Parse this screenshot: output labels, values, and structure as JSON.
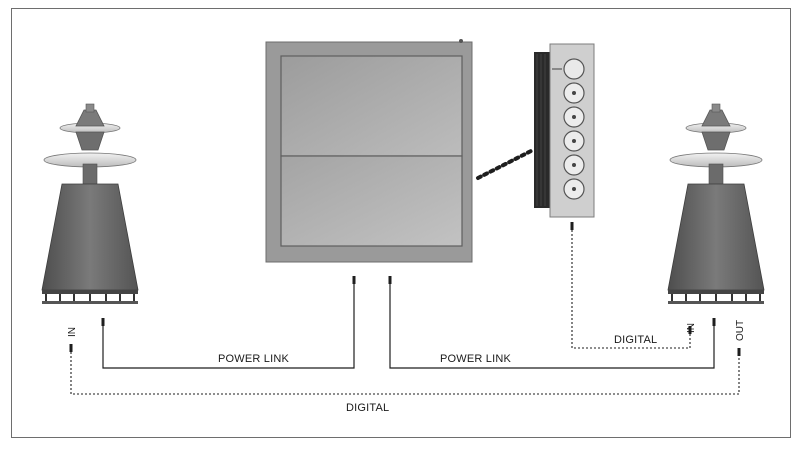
{
  "labels": {
    "power_link_left": "POWER LINK",
    "power_link_right": "POWER LINK",
    "digital_bottom": "DIGITAL",
    "digital_right": "DIGITAL",
    "left_speaker_in": "IN",
    "right_speaker_in": "IN",
    "right_speaker_out": "OUT"
  },
  "icons": {
    "left_speaker": "loudspeaker-icon",
    "right_speaker": "loudspeaker-icon",
    "tv": "television-icon",
    "disc_player": "cd-changer-icon"
  },
  "colors": {
    "speaker_body": "#6a6a6a",
    "tv_frame": "#999999",
    "tv_screen": "#a8a8a8",
    "player_panel": "#cfcfcf",
    "cable": "#1e1e1e"
  }
}
